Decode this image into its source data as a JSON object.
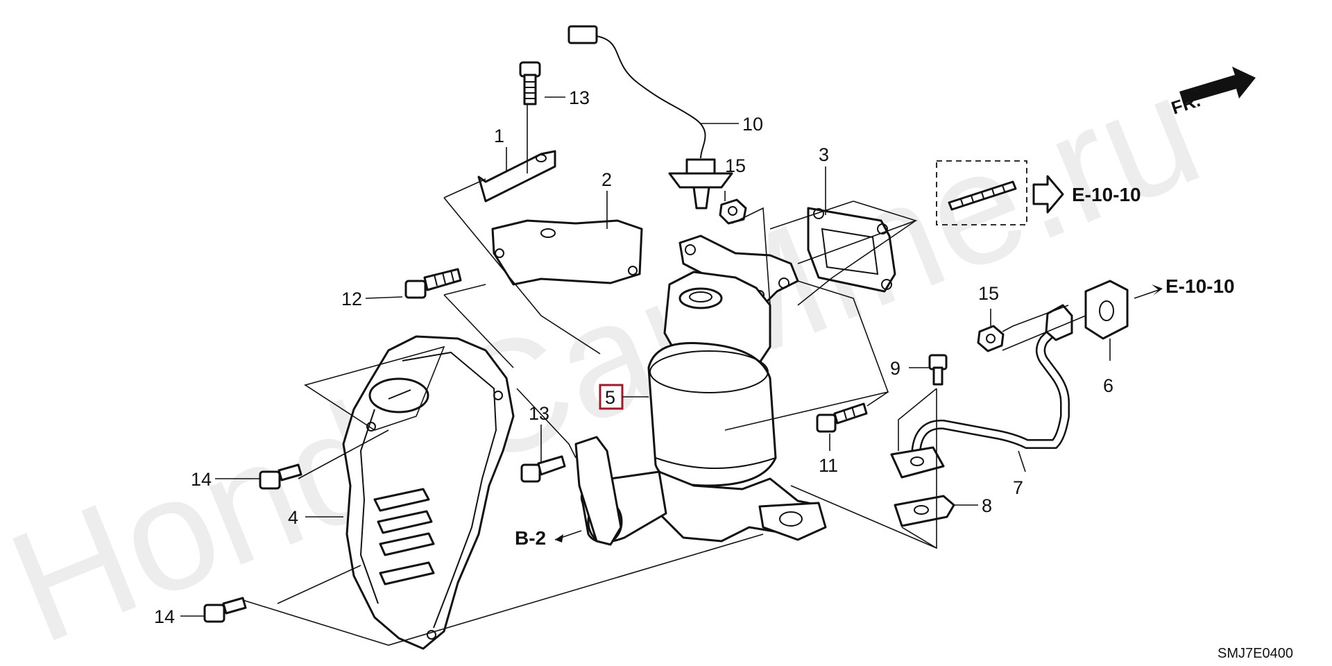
{
  "diagram": {
    "code": "SMJ7E0400",
    "watermark": "HondaCarMine.ru",
    "front_indicator": "FR.",
    "highlight_color": "#a11a2a",
    "references": {
      "e1010_top": "E-10-10",
      "e1010_right": "E-10-10",
      "b2": "B-2"
    },
    "callouts": {
      "c1": "1",
      "c2": "2",
      "c3": "3",
      "c4": "4",
      "c5": "5",
      "c6": "6",
      "c7": "7",
      "c8": "8",
      "c9": "9",
      "c10": "10",
      "c11": "11",
      "c12": "12",
      "c13a": "13",
      "c13b": "13",
      "c14a": "14",
      "c14b": "14",
      "c15a": "15",
      "c15b": "15"
    }
  }
}
